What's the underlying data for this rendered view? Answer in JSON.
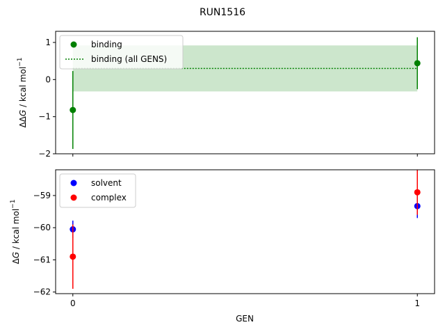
{
  "chart_data": [
    {
      "type": "scatter",
      "title": "RUN1516",
      "xlabel": "",
      "ylabel": "ΔΔG / kcal mol⁻¹",
      "ylabel_parts": {
        "pre": "ΔΔ",
        "italic": "G",
        "post": " / kcal mol",
        "sup": "−1"
      },
      "xlim": [
        -0.05,
        1.05
      ],
      "ylim": [
        -2.0,
        1.3
      ],
      "x_ticks": [
        0,
        1
      ],
      "y_ticks": [
        -2,
        -1,
        0,
        1
      ],
      "y_tick_labels": [
        "−2",
        "−1",
        "0",
        "1"
      ],
      "grid": false,
      "legend_position": "top-left",
      "series": [
        {
          "name": "binding",
          "kind": "points_with_error",
          "color": "#008000",
          "x": [
            0,
            1
          ],
          "y": [
            -0.82,
            0.44
          ],
          "yerr": [
            1.05,
            0.7
          ]
        },
        {
          "name": "binding (all GENS)",
          "kind": "line_with_band",
          "color": "#008000",
          "band_color": "#cce6cc",
          "x": [
            0,
            1
          ],
          "y": 0.3,
          "band": [
            -0.32,
            0.92
          ]
        }
      ]
    },
    {
      "type": "scatter",
      "title": "",
      "xlabel": "GEN",
      "ylabel": "ΔG / kcal mol⁻¹",
      "ylabel_parts": {
        "pre": "Δ",
        "italic": "G",
        "post": " / kcal mol",
        "sup": "−1"
      },
      "xlim": [
        -0.05,
        1.05
      ],
      "ylim": [
        -62.05,
        -58.2
      ],
      "x_ticks": [
        0,
        1
      ],
      "x_tick_labels": [
        "0",
        "1"
      ],
      "y_ticks": [
        -62,
        -61,
        -60,
        -59
      ],
      "y_tick_labels": [
        "−62",
        "−61",
        "−60",
        "−59"
      ],
      "grid": false,
      "legend_position": "top-left",
      "series": [
        {
          "name": "solvent",
          "kind": "points_with_error",
          "color": "#0000ff",
          "x": [
            0,
            1
          ],
          "y": [
            -60.05,
            -59.33
          ],
          "yerr": [
            0.27,
            0.37
          ]
        },
        {
          "name": "complex",
          "kind": "points_with_error",
          "color": "#ff0000",
          "x": [
            0,
            1
          ],
          "y": [
            -60.9,
            -58.9
          ],
          "yerr": [
            1.0,
            0.7
          ]
        }
      ]
    }
  ]
}
